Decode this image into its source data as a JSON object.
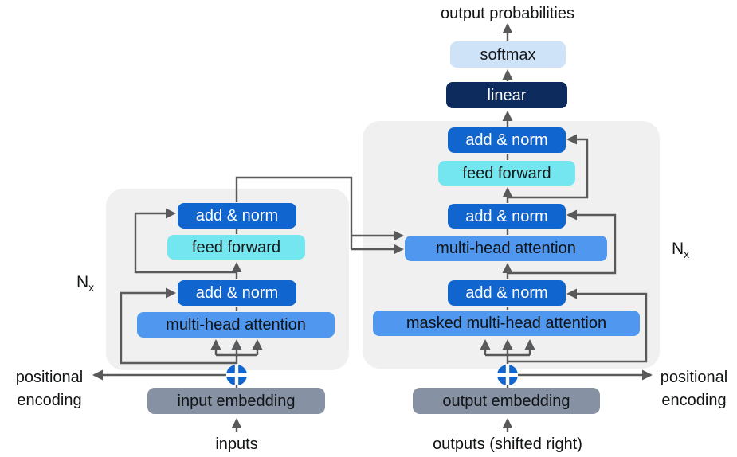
{
  "labels": {
    "output_probabilities": "output probabilities",
    "softmax": "softmax",
    "linear": "linear",
    "add_norm": "add & norm",
    "feed_forward": "feed forward",
    "multi_head_attention": "multi-head attention",
    "masked_multi_head_attention": "masked multi-head attention",
    "input_embedding": "input embedding",
    "output_embedding": "output embedding",
    "inputs": "inputs",
    "outputs_shifted": "outputs (shifted right)",
    "positional_line1": "positional",
    "positional_line2": "encoding",
    "n_base": "N",
    "n_sub": "x"
  },
  "colors": {
    "add_norm_box": "#1165cf",
    "feed_forward_box": "#74e6f0",
    "attention_box": "#4f97ef",
    "softmax_box": "#cfe3f8",
    "linear_box": "#0d2c5d",
    "embedding_box": "#8692a4",
    "panel_background": "#f0f0f1",
    "arrow": "#58595b",
    "plus_circle": "#1165cf"
  }
}
